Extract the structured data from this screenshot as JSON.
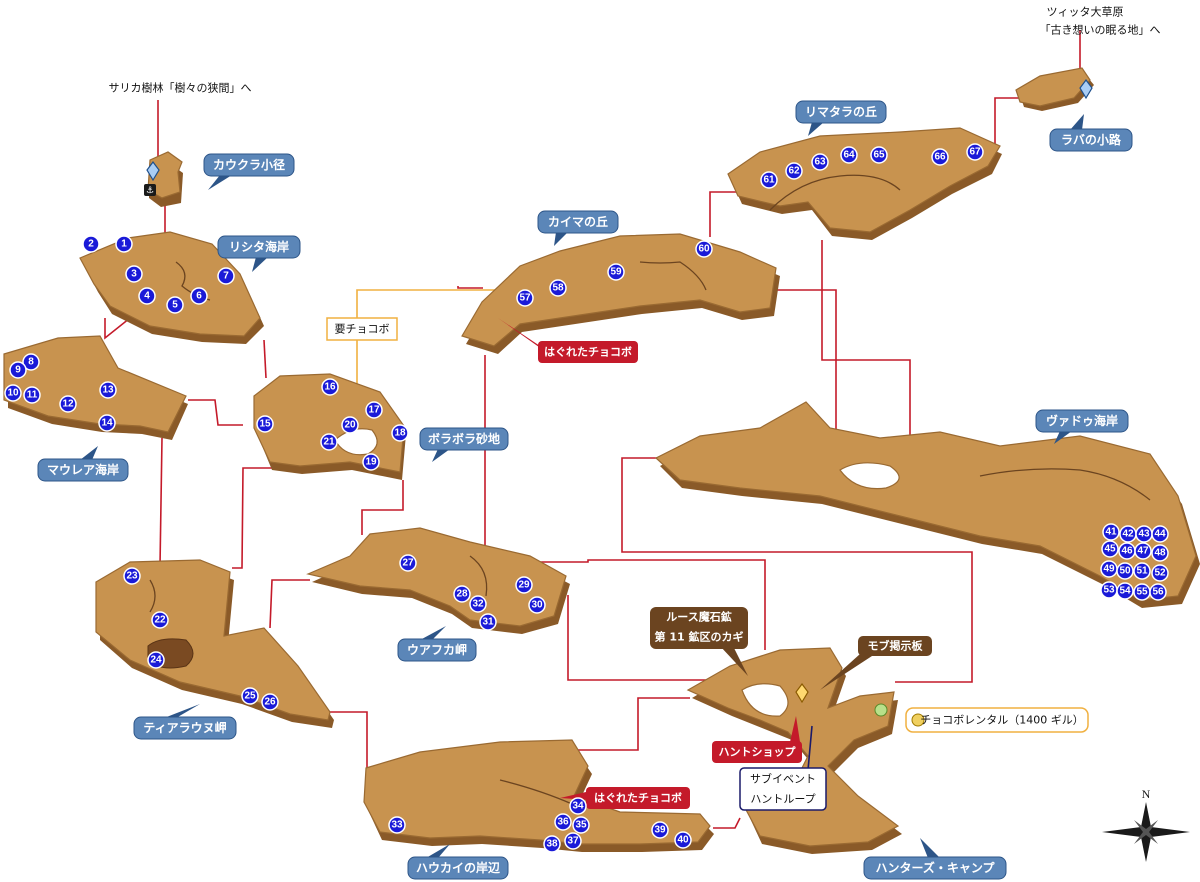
{
  "exits": {
    "northwest": "サリカ樹林「樹々の狭間」へ",
    "northeast_line1": "ツィッタ大草原",
    "northeast_line2": "「古き想いの眠る地」へ"
  },
  "areas": {
    "kaukura": "カウクラ小径",
    "risita": "リシタ海岸",
    "maurea": "マウレア海岸",
    "borabora": "ボラボラ砂地",
    "kaima": "カイマの丘",
    "rimatara": "リマタラの丘",
    "raba": "ラバの小路",
    "vadu": "ヴァドゥ海岸",
    "uafuka": "ウアフカ岬",
    "tiaraunu": "ティアラウヌ岬",
    "haukai": "ハウカイの岸辺",
    "hunters": "ハンターズ・キャンプ"
  },
  "markers": {
    "chocobo_required": "要チョコボ",
    "stray_chocobo_1": "はぐれたチョコボ",
    "stray_chocobo_2": "はぐれたチョコボ",
    "mine_key_line1": "ルース魔石鉱",
    "mine_key_line2": "第 11 鉱区のカギ",
    "mob_board": "モブ掲示板",
    "hunt_shop": "ハントショップ",
    "sub_event_line1": "サブイベント",
    "sub_event_line2": "ハントループ",
    "chocobo_rental": "チョコボレンタル（1400 ギル）"
  },
  "points": [
    "1",
    "2",
    "3",
    "4",
    "5",
    "6",
    "7",
    "8",
    "9",
    "10",
    "11",
    "12",
    "13",
    "14",
    "15",
    "16",
    "17",
    "18",
    "19",
    "20",
    "21",
    "22",
    "23",
    "24",
    "25",
    "26",
    "27",
    "28",
    "29",
    "30",
    "31",
    "32",
    "33",
    "34",
    "35",
    "36",
    "37",
    "38",
    "39",
    "40",
    "41",
    "42",
    "43",
    "44",
    "45",
    "46",
    "47",
    "48",
    "49",
    "50",
    "51",
    "52",
    "53",
    "54",
    "55",
    "56",
    "57",
    "58",
    "59",
    "60",
    "61",
    "62",
    "63",
    "64",
    "65",
    "66",
    "67"
  ],
  "compass": {
    "north": "N"
  },
  "colors": {
    "land": "#c8934f",
    "route": "#c41a2a",
    "chocobo_route": "#f0b040",
    "point": "#1a1ad8",
    "area_label": "#5b86b8"
  }
}
